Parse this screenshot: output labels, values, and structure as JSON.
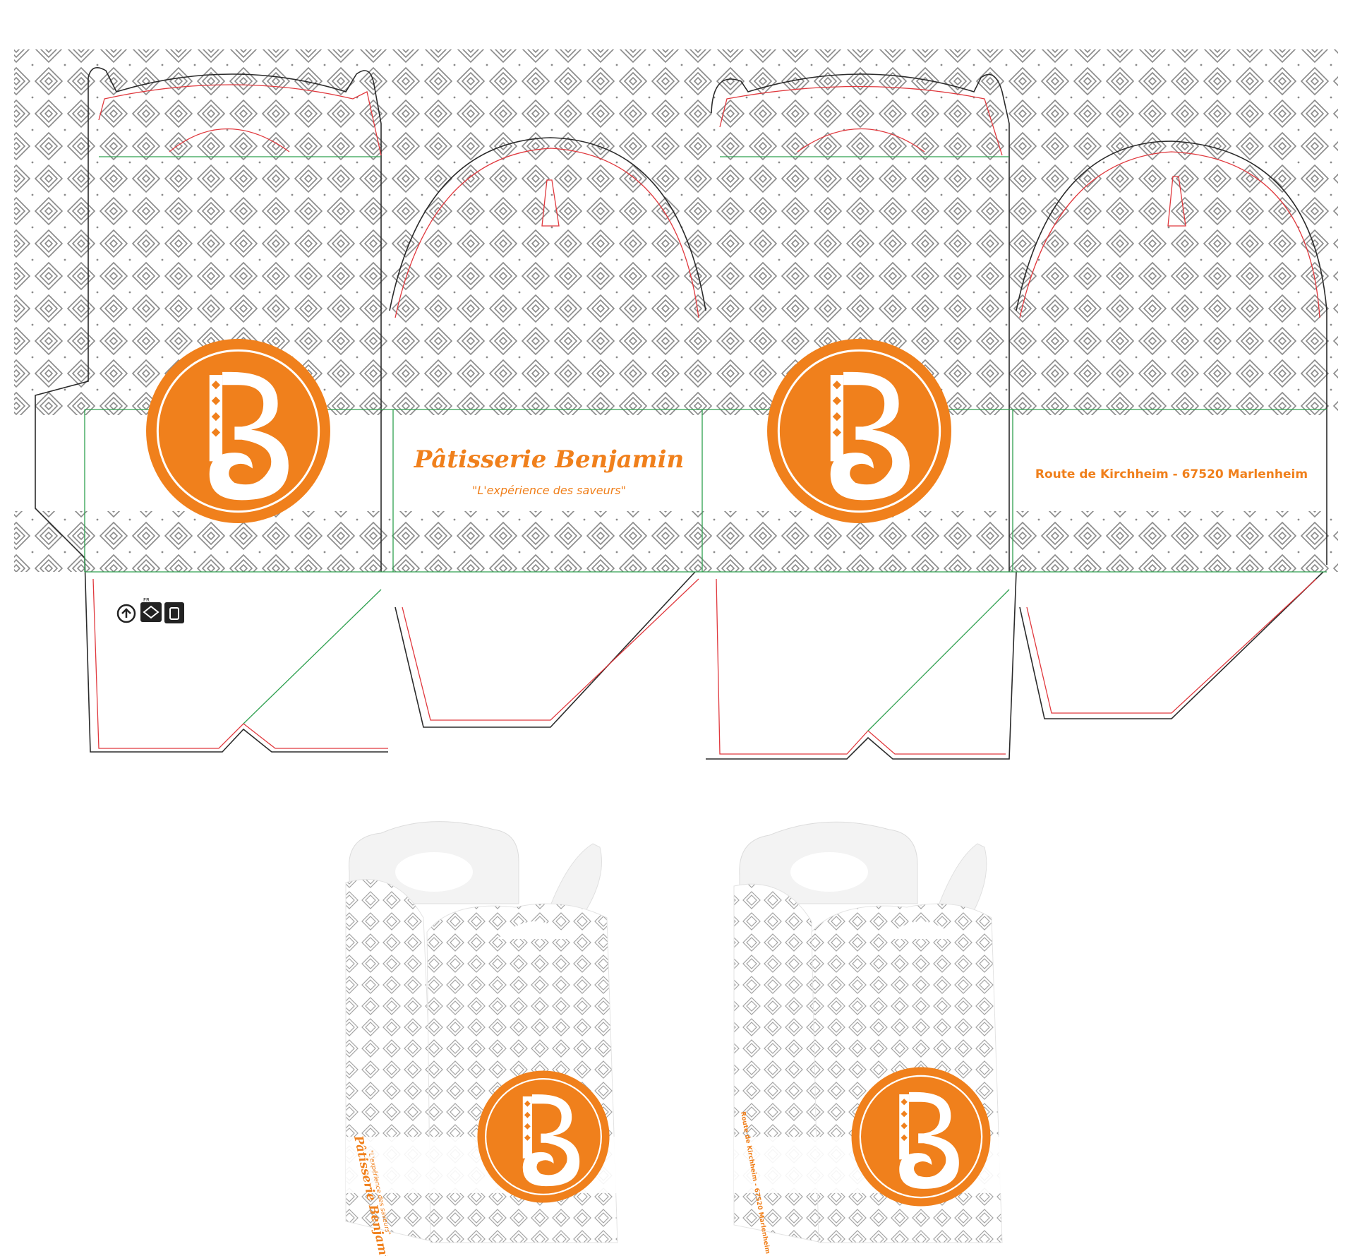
{
  "brand": {
    "name": "Pâtisserie Benjamin",
    "slogan": "\"L'expérience des saveurs\"",
    "address": "Route de Kirchheim - 67520 Marlenheim",
    "logo_letter": "B"
  },
  "colors": {
    "accent": "#f0801c",
    "pattern": "#7a7a7a",
    "cut_line": "#2b2b2b",
    "crease_line": "#e0393e",
    "fold_line": "#2ea04f",
    "background": "#ffffff"
  },
  "icons": [
    "recycle-icon",
    "sorting-box-icon",
    "bin-icon"
  ],
  "mockups": [
    {
      "label": "box-mockup-front"
    },
    {
      "label": "box-mockup-back"
    }
  ]
}
